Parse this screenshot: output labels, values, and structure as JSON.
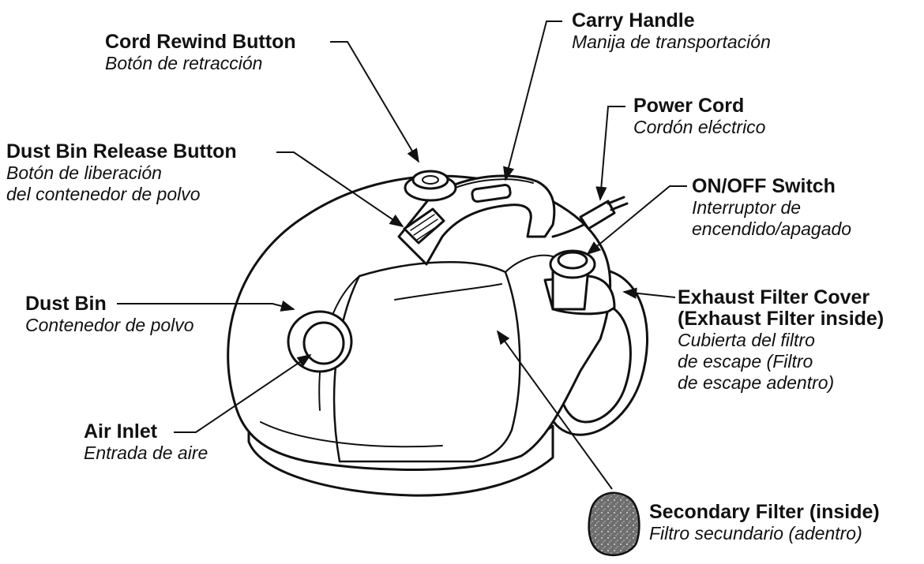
{
  "labels": {
    "carry_handle": {
      "en": "Carry Handle",
      "es": "Manija de transportación"
    },
    "cord_rewind": {
      "en": "Cord Rewind Button",
      "es": "Botón de retracción"
    },
    "power_cord": {
      "en": "Power Cord",
      "es": "Cordón eléctrico"
    },
    "dust_bin_release": {
      "en": "Dust Bin Release Button",
      "es_lines": [
        "Botón de liberación",
        "del contenedor de polvo"
      ]
    },
    "on_off": {
      "en": "ON/OFF Switch",
      "es_lines": [
        "Interruptor de",
        "encendido/apagado"
      ]
    },
    "dust_bin": {
      "en": "Dust Bin",
      "es": "Contenedor de polvo"
    },
    "exhaust_filter": {
      "en_lines": [
        "Exhaust Filter Cover",
        "(Exhaust Filter inside)"
      ],
      "es_lines": [
        "Cubierta del filtro",
        "de escape (Filtro",
        "de escape adentro)"
      ]
    },
    "air_inlet": {
      "en": "Air Inlet",
      "es": "Entrada de aire"
    },
    "secondary_filter": {
      "en": "Secondary Filter (inside)",
      "es": "Filtro secundario (adentro)"
    }
  }
}
